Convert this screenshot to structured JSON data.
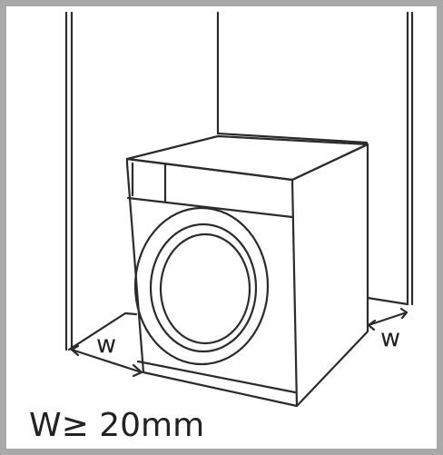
{
  "diagram": {
    "left_gap_label": "w",
    "right_gap_label": "w",
    "requirement": "W≥ 20mm"
  },
  "colors": {
    "frame_border": "#a9a9a9",
    "line": "#2b2b2b"
  }
}
